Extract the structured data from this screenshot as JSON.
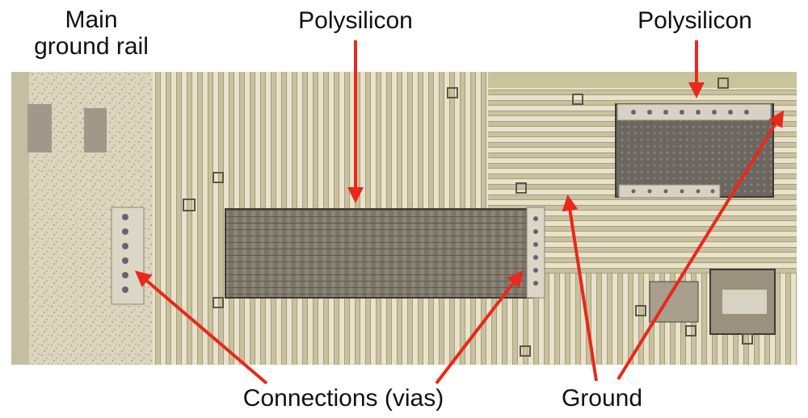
{
  "labels": {
    "main_ground_rail_line1": "Main",
    "main_ground_rail_line2": "ground rail",
    "polysilicon_left": "Polysilicon",
    "polysilicon_right": "Polysilicon",
    "connections": "Connections (vias)",
    "ground": "Ground"
  },
  "colors": {
    "background": "#ffffff",
    "die_base": "#c8c49a",
    "metal_stripe": "#e6e0c8",
    "metal_edge": "#9a8e7e",
    "polysilicon_dark": "#6f6a62",
    "ground_rail": "#ddd6bf",
    "arrow": "#e8291c",
    "label_text": "#111111"
  }
}
